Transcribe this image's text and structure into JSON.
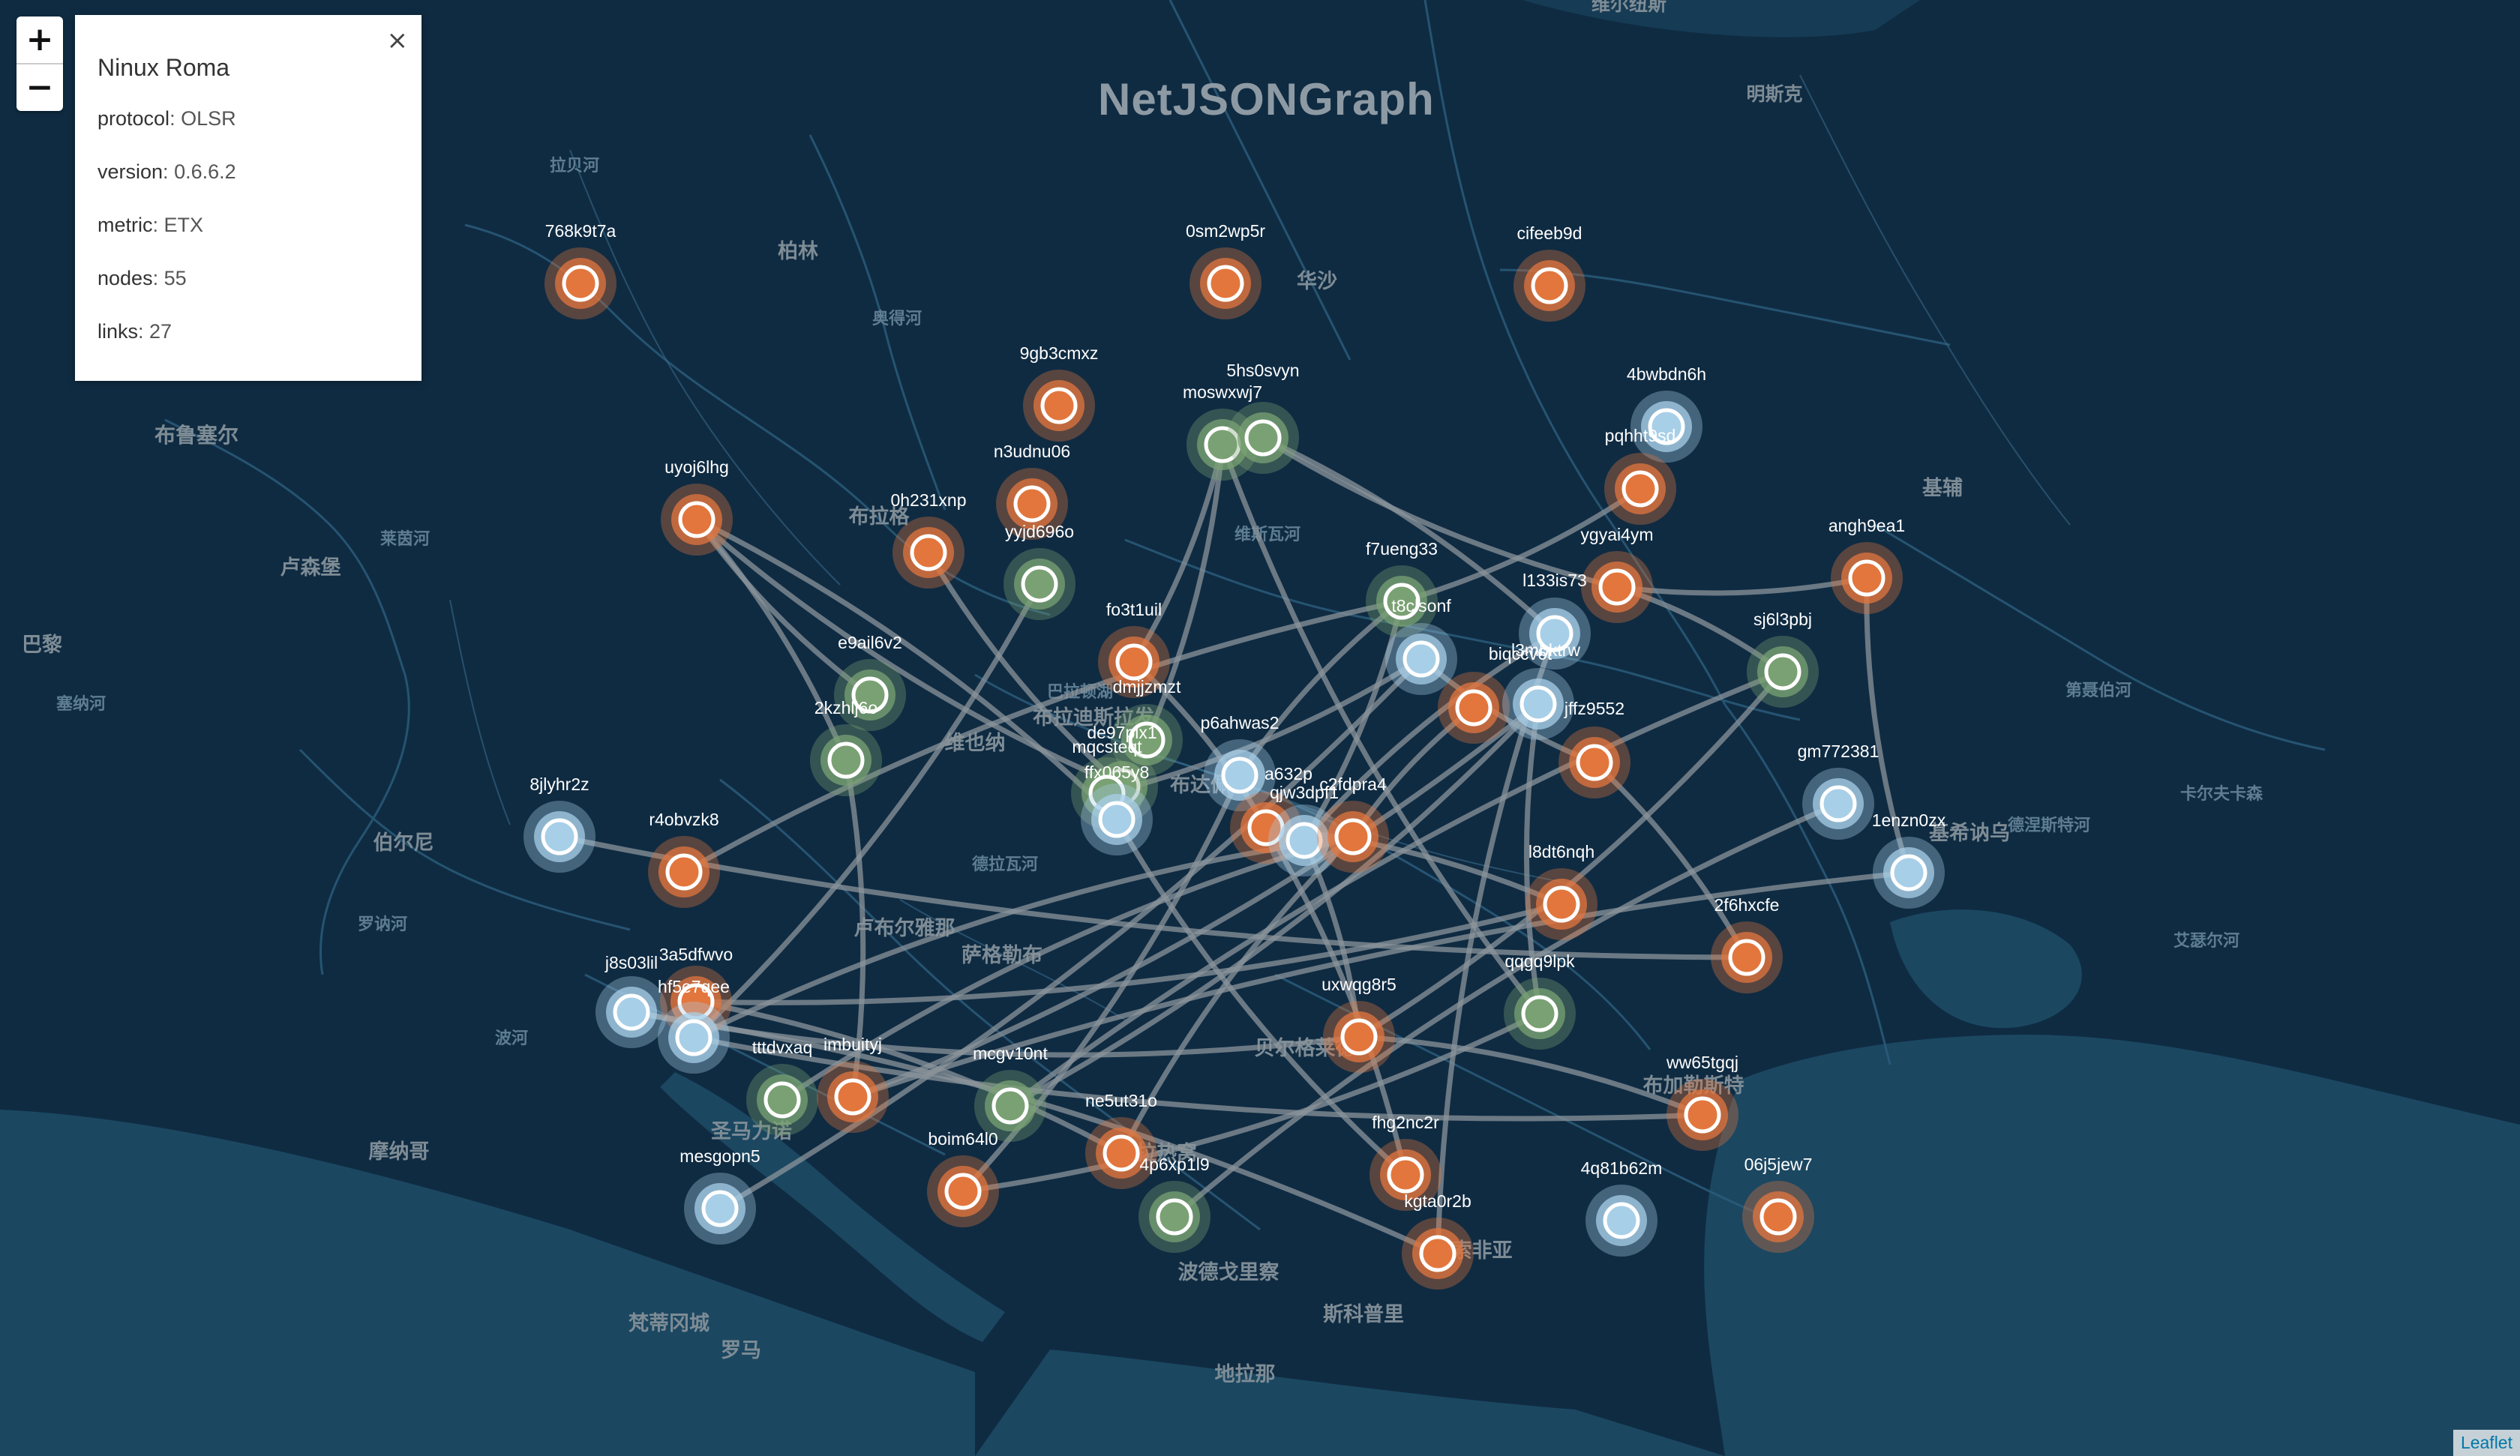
{
  "map_title": "NetJSONGraph",
  "zoom": {
    "in_label": "+",
    "out_label": "−"
  },
  "info_panel": {
    "title": "Ninux Roma",
    "close_label": "×",
    "rows": [
      {
        "key": "protocol",
        "value": "OLSR"
      },
      {
        "key": "version",
        "value": "0.6.6.2"
      },
      {
        "key": "metric",
        "value": "ETX"
      },
      {
        "key": "nodes",
        "value": "55"
      },
      {
        "key": "links",
        "value": "27"
      }
    ]
  },
  "attribution": "Leaflet",
  "place_labels": [
    "维尔纽斯",
    "明斯克",
    "拉贝河",
    "柏林",
    "奥得河",
    "华沙",
    "布鲁塞尔",
    "卢森堡",
    "莱茵河",
    "巴黎",
    "塞纳河",
    "布拉格",
    "维斯瓦河",
    "基辅",
    "第聂伯河",
    "布拉迪斯拉发",
    "维也纳",
    "布达佩斯",
    "德涅斯特河",
    "伯尔尼",
    "罗讷河",
    "卢布尔雅那",
    "萨格勒布",
    "波河",
    "圣马力诺",
    "基希讷乌",
    "卡尔夫卡森",
    "艾瑟尔河",
    "贝尔格莱德",
    "布加勒斯特",
    "摩纳哥",
    "梵蒂冈城",
    "罗马",
    "波德戈里察",
    "斯科普里",
    "地拉那",
    "索非亚",
    "萨拉热窝",
    "德拉瓦河",
    "巴拉顿湖"
  ],
  "legend_colors": {
    "orange": "#e3763d",
    "green": "#7aa173",
    "blue": "#a8cfe8",
    "link": "#8b949b"
  },
  "nodes": [
    {
      "name": "768k9t7a",
      "type": "orange"
    },
    {
      "name": "0sm2wp5r",
      "type": "orange"
    },
    {
      "name": "cifeeb9d",
      "type": "orange"
    },
    {
      "name": "9gb3cmxz",
      "type": "orange"
    },
    {
      "name": "moswxwj7",
      "type": "green"
    },
    {
      "name": "5hs0svyn",
      "type": "green"
    },
    {
      "name": "4bwbdn6h",
      "type": "blue"
    },
    {
      "name": "pqhht9sd",
      "type": "orange"
    },
    {
      "name": "uyoj6lhg",
      "type": "orange"
    },
    {
      "name": "n3udnu06",
      "type": "orange"
    },
    {
      "name": "0h231xnp",
      "type": "orange"
    },
    {
      "name": "yyjd696o",
      "type": "green"
    },
    {
      "name": "ygyai4ym",
      "type": "orange"
    },
    {
      "name": "angh9ea1",
      "type": "orange"
    },
    {
      "name": "f7ueng33",
      "type": "green"
    },
    {
      "name": "l133is73",
      "type": "blue"
    },
    {
      "name": "t8clsonf",
      "type": "blue"
    },
    {
      "name": "fo3t1uil",
      "type": "orange"
    },
    {
      "name": "sj6l3pbj",
      "type": "green"
    },
    {
      "name": "e9ail6v2",
      "type": "green"
    },
    {
      "name": "biqccv6t",
      "type": "orange"
    },
    {
      "name": "l3mbktrw",
      "type": "blue"
    },
    {
      "name": "dmjjzmzt",
      "type": "green"
    },
    {
      "name": "2kzhlj6o",
      "type": "green"
    },
    {
      "name": "jffz9552",
      "type": "orange"
    },
    {
      "name": "gm772381",
      "type": "blue"
    },
    {
      "name": "p6ahwas2",
      "type": "blue"
    },
    {
      "name": "de97plx1",
      "type": "green"
    },
    {
      "name": "mqcsteqt",
      "type": "green"
    },
    {
      "name": "8jlyhr2z",
      "type": "blue"
    },
    {
      "name": "a632p",
      "type": "orange"
    },
    {
      "name": "qjw3dpf1",
      "type": "blue"
    },
    {
      "name": "c2fdpra4",
      "type": "orange"
    },
    {
      "name": "ffx065y8",
      "type": "blue"
    },
    {
      "name": "r4obvzk8",
      "type": "orange"
    },
    {
      "name": "1enzn0zx",
      "type": "blue"
    },
    {
      "name": "l8dt6nqh",
      "type": "orange"
    },
    {
      "name": "2f6hxcfe",
      "type": "orange"
    },
    {
      "name": "j8s03lil",
      "type": "blue"
    },
    {
      "name": "3a5dfwvo",
      "type": "orange"
    },
    {
      "name": "hf5e7qee",
      "type": "blue"
    },
    {
      "name": "uxwqg8r5",
      "type": "orange"
    },
    {
      "name": "qqgq9lpk",
      "type": "green"
    },
    {
      "name": "tttdvxaq",
      "type": "green"
    },
    {
      "name": "imbuityj",
      "type": "orange"
    },
    {
      "name": "mcgv10nt",
      "type": "green"
    },
    {
      "name": "ww65tgqj",
      "type": "orange"
    },
    {
      "name": "ne5ut31o",
      "type": "orange"
    },
    {
      "name": "boim64l0",
      "type": "orange"
    },
    {
      "name": "fhg2nc2r",
      "type": "orange"
    },
    {
      "name": "4p6xp1l9",
      "type": "green"
    },
    {
      "name": "mesgopn5",
      "type": "blue"
    },
    {
      "name": "kgta0r2b",
      "type": "orange"
    },
    {
      "name": "4q81b62m",
      "type": "blue"
    },
    {
      "name": "06j5jew7",
      "type": "orange"
    }
  ],
  "links": [
    [
      "uyoj6lhg",
      "e9ail6v2"
    ],
    [
      "uyoj6lhg",
      "2kzhlj6o"
    ],
    [
      "uyoj6lhg",
      "de97plx1"
    ],
    [
      "uyoj6lhg",
      "ffx065y8"
    ],
    [
      "0h231xnp",
      "de97plx1"
    ],
    [
      "yyjd696o",
      "hf5e7qee"
    ],
    [
      "fo3t1uil",
      "moswxwj7"
    ],
    [
      "fo3t1uil",
      "a632p"
    ],
    [
      "5hs0svyn",
      "ygyai4ym"
    ],
    [
      "5hs0svyn",
      "l133is73"
    ],
    [
      "moswxwj7",
      "qqgq9lpk"
    ],
    [
      "moswxwj7",
      "dmjjzmzt"
    ],
    [
      "ygyai4ym",
      "angh9ea1"
    ],
    [
      "ygyai4ym",
      "sj6l3pbj"
    ],
    [
      "angh9ea1",
      "1enzn0zx"
    ],
    [
      "pqhht9sd",
      "f7ueng33"
    ],
    [
      "f7ueng33",
      "p6ahwas2"
    ],
    [
      "f7ueng33",
      "qjw3dpf1"
    ],
    [
      "l133is73",
      "kgta0r2b"
    ],
    [
      "t8clsonf",
      "mesgopn5"
    ],
    [
      "t8clsonf",
      "jffz9552"
    ],
    [
      "t8clsonf",
      "mqcsteqt"
    ],
    [
      "biqccv6t",
      "c2fdpra4"
    ],
    [
      "l3mbktrw",
      "imbuityj"
    ],
    [
      "l3mbktrw",
      "qqgq9lpk"
    ],
    [
      "jffz9552",
      "2f6hxcfe"
    ],
    [
      "sj6l3pbj",
      "mcgv10nt"
    ],
    [
      "sj6l3pbj",
      "uxwqg8r5"
    ],
    [
      "gm772381",
      "4p6xp1l9"
    ],
    [
      "r4obvzk8",
      "f7ueng33"
    ],
    [
      "8jlyhr2z",
      "2f6hxcfe"
    ],
    [
      "hf5e7qee",
      "c2fdpra4"
    ],
    [
      "hf5e7qee",
      "ww65tgqj"
    ],
    [
      "j8s03lil",
      "kgta0r2b"
    ],
    [
      "j8s03lil",
      "uxwqg8r5"
    ],
    [
      "3a5dfwvo",
      "ne5ut31o"
    ],
    [
      "3a5dfwvo",
      "l8dt6nqh"
    ],
    [
      "tttdvxaq",
      "c2fdpra4"
    ],
    [
      "imbuityj",
      "2kzhlj6o"
    ],
    [
      "imbuityj",
      "1enzn0zx"
    ],
    [
      "boim64l0",
      "qqgq9lpk"
    ],
    [
      "ne5ut31o",
      "c2fdpra4"
    ],
    [
      "fhg2nc2r",
      "a632p"
    ],
    [
      "qjw3dpf1",
      "uxwqg8r5"
    ],
    [
      "mcgv10nt",
      "l3mbktrw"
    ],
    [
      "uxwqg8r5",
      "ww65tgqj"
    ],
    [
      "ffx065y8",
      "fhg2nc2r"
    ],
    [
      "a632p",
      "l8dt6nqh"
    ],
    [
      "boim64l0",
      "p6ahwas2"
    ],
    [
      "qjw3dpf1",
      "l133is73"
    ]
  ]
}
